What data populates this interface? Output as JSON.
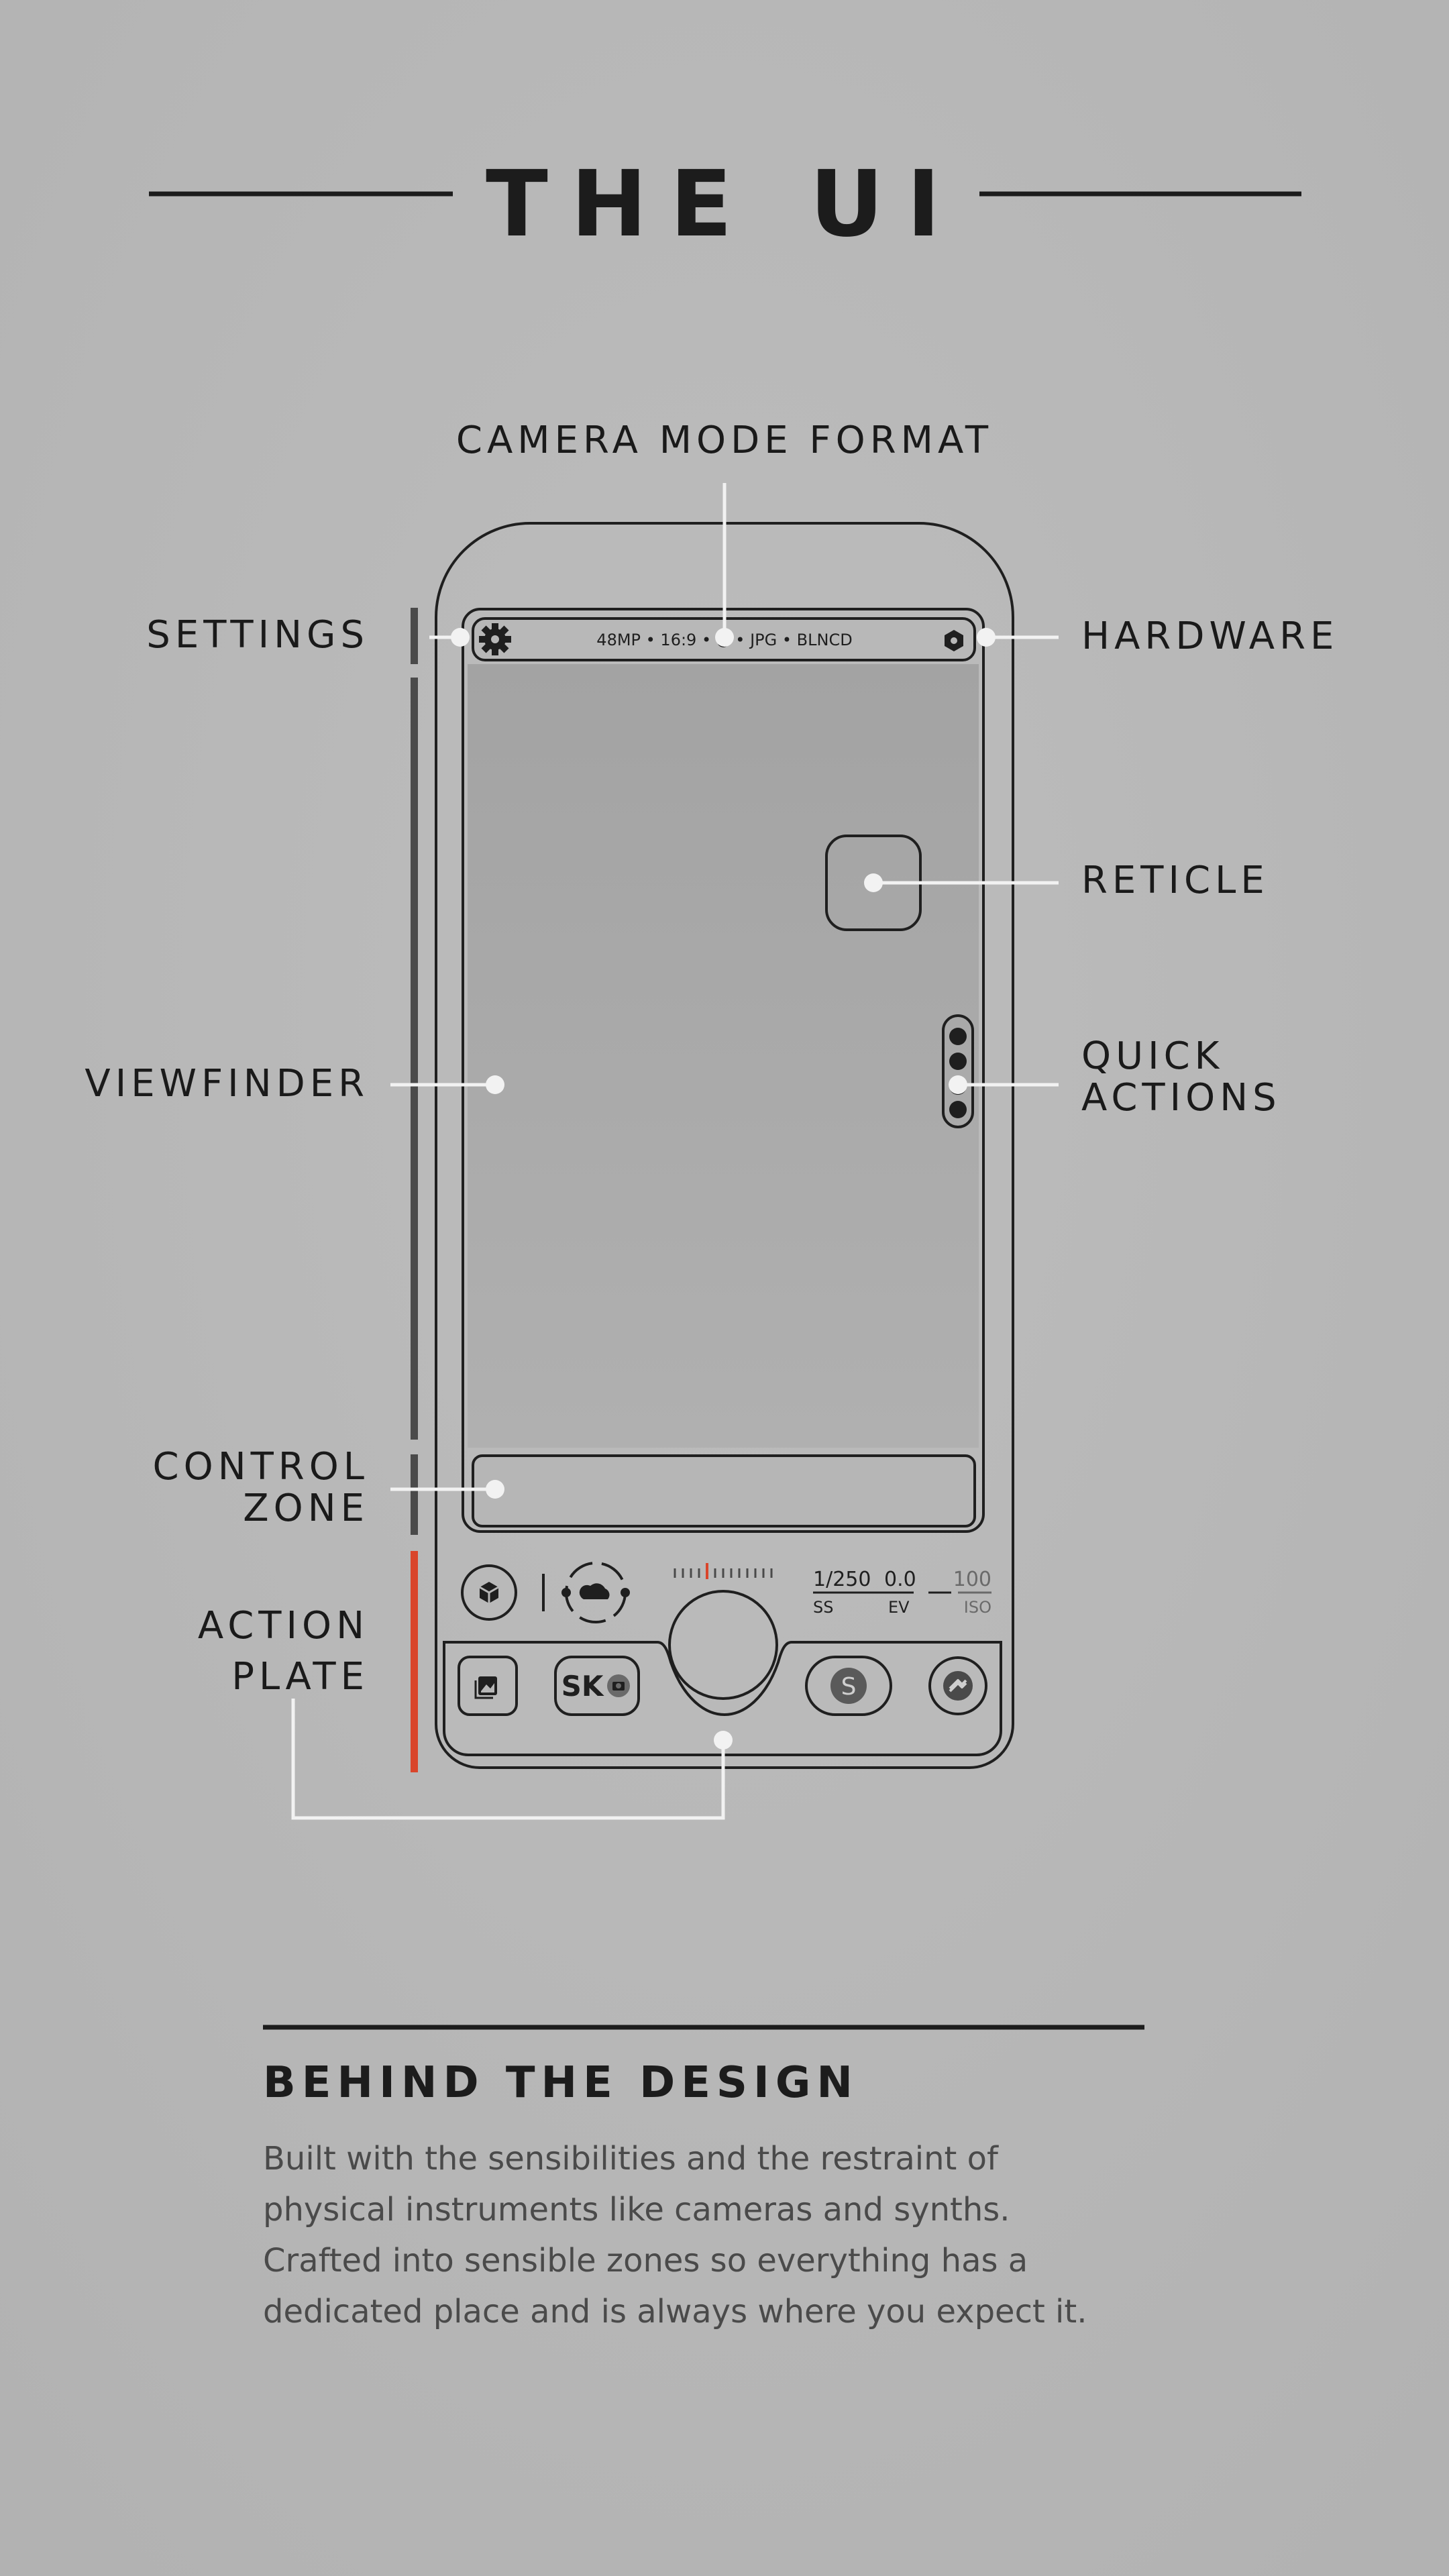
{
  "title": "THE UI",
  "labels": {
    "camera_mode_format": "CAMERA MODE FORMAT",
    "settings": "SETTINGS",
    "hardware": "HARDWARE",
    "reticle": "RETICLE",
    "quick_actions": [
      "QUICK",
      "ACTIONS"
    ],
    "viewfinder": "VIEWFINDER",
    "control_zone": [
      "CONTROL",
      "ZONE"
    ],
    "action_plate": [
      "ACTION",
      "PLATE"
    ]
  },
  "phone": {
    "status_bar": "48MP • 16:9 • ● • JPG • BLNCD",
    "shutter_speed_value": "1/250",
    "shutter_speed_label": "SS",
    "ev_value": "0.0",
    "ev_label": "EV",
    "iso_value": "100",
    "iso_label": "ISO",
    "sk_button": "SK",
    "s_button": "S"
  },
  "section": {
    "title": "BEHIND THE DESIGN",
    "body_lines": [
      "Built with the sensibilities and the restraint of",
      "physical instruments like cameras and synths.",
      "Crafted into sensible zones so everything has a",
      "dedicated place and is always where you expect it."
    ]
  },
  "colors": {
    "background": "#b8b8b8",
    "ink": "#1b1b1b",
    "accent_red": "#d9452b",
    "zone_bar": "#4a4a4a"
  }
}
